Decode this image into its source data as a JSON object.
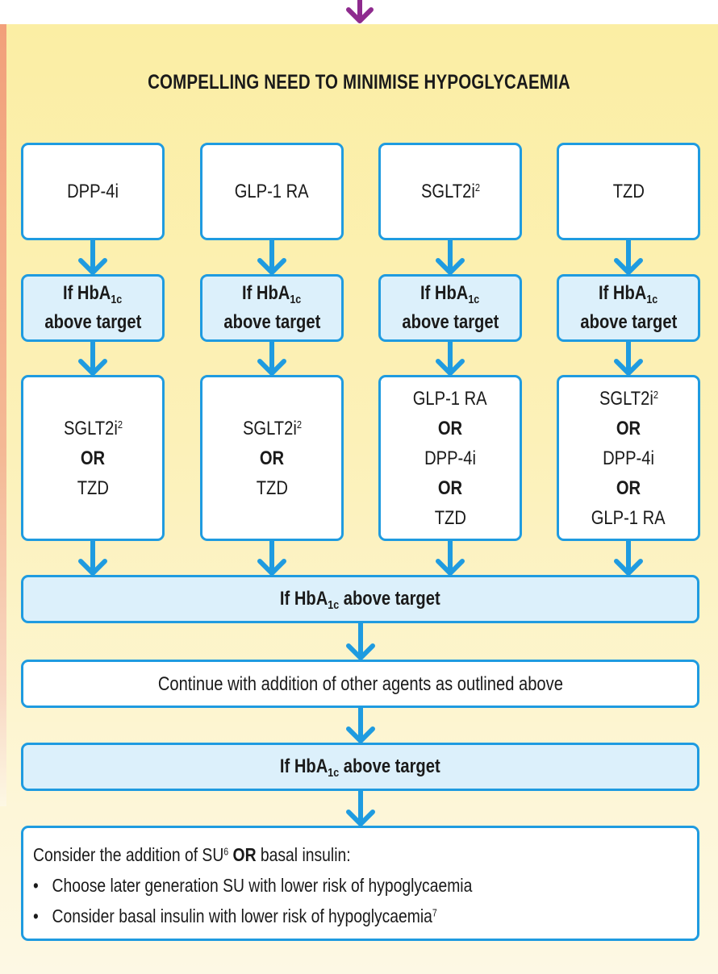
{
  "title": "COMPELLING NEED TO MINIMISE HYPOGLYCAEMIA",
  "columns": [
    {
      "first": "DPP-4i",
      "first_sup": "",
      "condition": {
        "pre": "If HbA",
        "sub": "1c",
        "post": "above target"
      },
      "options": [
        {
          "text": "SGLT2i",
          "sup": "2"
        },
        {
          "text": "TZD",
          "sup": ""
        }
      ]
    },
    {
      "first": "GLP-1 RA",
      "first_sup": "",
      "condition": {
        "pre": "If HbA",
        "sub": "1c",
        "post": "above target"
      },
      "options": [
        {
          "text": "SGLT2i",
          "sup": "2"
        },
        {
          "text": "TZD",
          "sup": ""
        }
      ]
    },
    {
      "first": "SGLT2i",
      "first_sup": "2",
      "condition": {
        "pre": "If HbA",
        "sub": "1c",
        "post": "above target"
      },
      "options": [
        {
          "text": "GLP-1 RA",
          "sup": ""
        },
        {
          "text": "DPP-4i",
          "sup": ""
        },
        {
          "text": "TZD",
          "sup": ""
        }
      ]
    },
    {
      "first": "TZD",
      "first_sup": "",
      "condition": {
        "pre": "If HbA",
        "sub": "1c",
        "post": "above target"
      },
      "options": [
        {
          "text": "SGLT2i",
          "sup": "2"
        },
        {
          "text": "DPP-4i",
          "sup": ""
        },
        {
          "text": "GLP-1 RA",
          "sup": ""
        }
      ]
    }
  ],
  "or_label": "OR",
  "condition_wide_1": {
    "pre": "If HbA",
    "sub": "1c",
    "post": " above target"
  },
  "continue_text": "Continue with addition of other agents as outlined above",
  "condition_wide_2": {
    "pre": "If HbA",
    "sub": "1c",
    "post": " above target"
  },
  "final": {
    "lead_pre": "Consider the addition of SU",
    "lead_sup": "6",
    "lead_or": "OR",
    "lead_post": "basal insulin:",
    "bullet_1": "Choose later generation SU with lower risk of hypoglycaemia",
    "bullet_2": "Consider basal insulin with lower risk of hypoglycaemia",
    "bullet_2_sup": "7"
  },
  "colors": {
    "border": "#1f9be0",
    "arrow": "#1f9be0",
    "top_arrow": "#8e2a8e",
    "highlight_fill": "#dcf0fb",
    "panel": "#fbeea4"
  }
}
